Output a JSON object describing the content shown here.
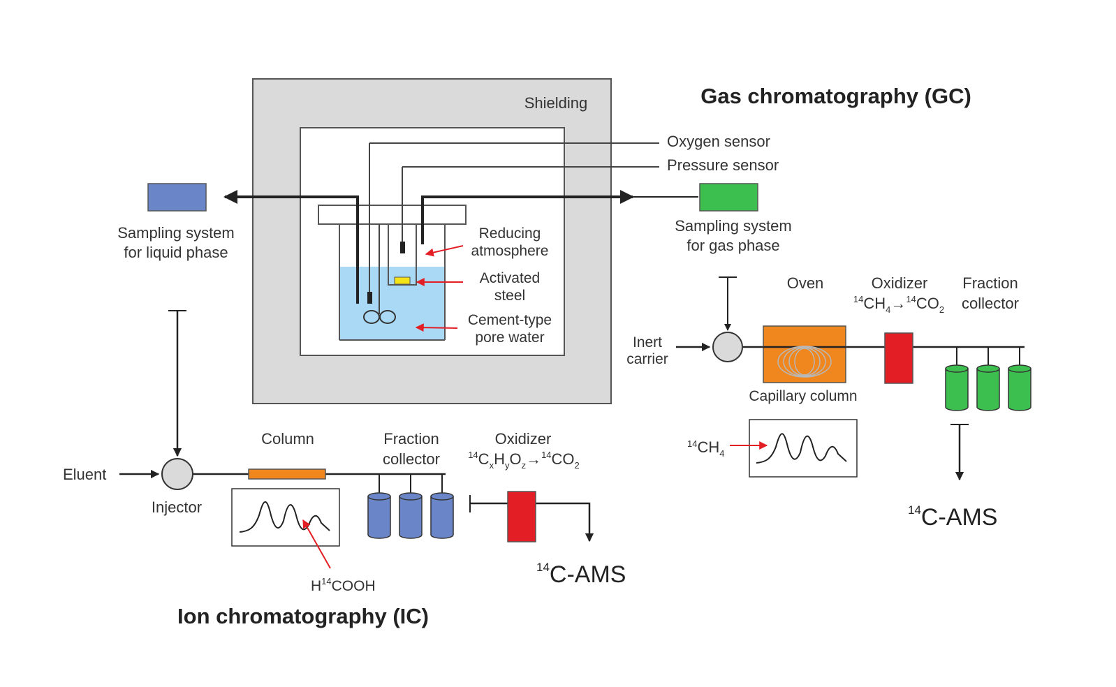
{
  "reactor": {
    "shielding": "Shielding",
    "oxygen_sensor": "Oxygen sensor",
    "pressure_sensor": "Pressure sensor",
    "reducing": [
      "Reducing",
      "atmosphere"
    ],
    "activated": [
      "Activated",
      "steel"
    ],
    "pore_water": [
      "Cement-type",
      "pore water"
    ]
  },
  "sampling": {
    "liquid": [
      "Sampling system",
      "for liquid phase"
    ],
    "gas": [
      "Sampling system",
      "for gas phase"
    ]
  },
  "gc": {
    "title": "Gas chromatography (GC)",
    "oven": "Oven",
    "oxidizer": "Oxidizer",
    "fraction": [
      "Fraction",
      "collector"
    ],
    "inert_carrier": [
      "Inert",
      "carrier"
    ],
    "capillary_column": "Capillary column",
    "reaction": {
      "lhs_sup": "14",
      "lhs": "CH",
      "lhs_sub": "4",
      "arrow": "→",
      "rhs_sup": "14",
      "rhs": "CO",
      "rhs_sub": "2"
    },
    "peak_label": {
      "sup": "14",
      "base": "CH",
      "sub": "4"
    },
    "ams": {
      "sup": "14",
      "base": "C-AMS"
    }
  },
  "ic": {
    "title": "Ion chromatography (IC)",
    "eluent": "Eluent",
    "injector": "Injector",
    "column": "Column",
    "fraction": [
      "Fraction",
      "collector"
    ],
    "oxidizer": "Oxidizer",
    "reaction": {
      "lhs_sup": "14",
      "c": "C",
      "x": "x",
      "h": "H",
      "y": "y",
      "o": "O",
      "z": "z",
      "arrow": "→",
      "rhs_sup": "14",
      "rhs": "CO",
      "rhs_sub": "2"
    },
    "peak_label": {
      "pre": "H",
      "sup": "14",
      "post": "COOH"
    },
    "ams": {
      "sup": "14",
      "base": "C-AMS"
    }
  },
  "colors": {
    "shielding_fill": "#dadada",
    "water": "#a9d9f5",
    "liquid_sampler": "#6b86c8",
    "gas_sampler": "#3dbf4f",
    "oven": "#f0861e",
    "oxidizer": "#e31e24",
    "gc_collector": "#3dbf4f",
    "ic_collector": "#6b86c8",
    "column": "#f0861e",
    "steel": "#f5e31a",
    "red_arrow": "#e31e24"
  }
}
